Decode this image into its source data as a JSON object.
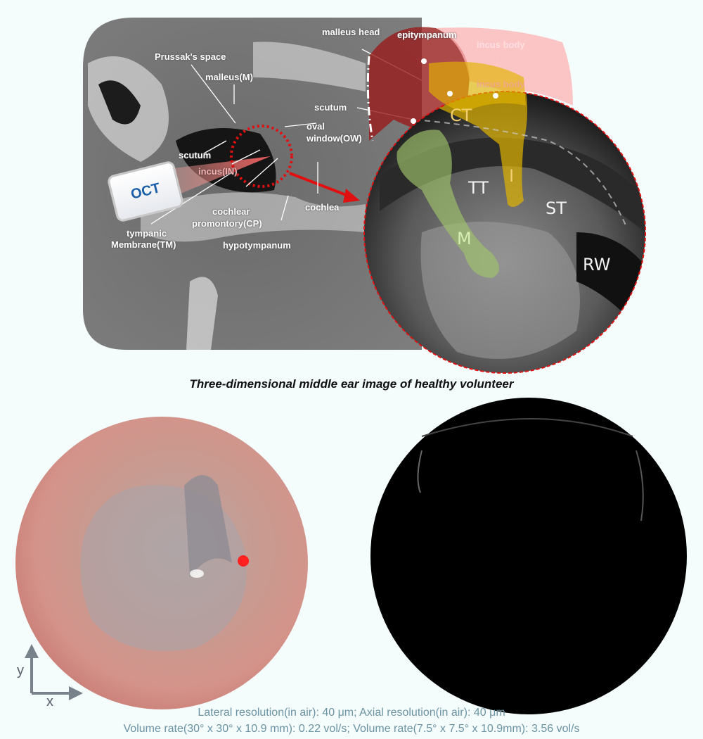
{
  "ct_panel": {
    "labels": {
      "prussaks_space": "Prussak's space",
      "malleus": "malleus(M)",
      "scutum_left": "scutum",
      "incus": "incus(IN)",
      "oct": "OCT",
      "tympanic": "tympanic",
      "membrane": "Membrane(TM)",
      "cochlear": "cochlear",
      "promontory": "promontory(CP)",
      "hypotympanum": "hypotympanum",
      "cochlea": "cochlea",
      "oval": "oval",
      "window": "window(OW)",
      "scutum_right": "scutum",
      "malleus_head": "malleus head",
      "epitympanum": "epitympanum",
      "incus_body": "incus body",
      "incus_body_ghost": "incus body"
    }
  },
  "oct_zoom": {
    "labels": {
      "ct": "CT",
      "tt": "TT",
      "i": "I",
      "st": "ST",
      "m": "M",
      "rw": "RW"
    },
    "colors": {
      "malleus": "#9fc46a",
      "incus": "#e0b400",
      "epitympanum": "#9a1c1c",
      "highlight": "#ffb3b3",
      "outline": "#e01010"
    }
  },
  "caption": "Three-dimensional middle ear image of healthy volunteer",
  "endoscope": {
    "axis_x": "x",
    "axis_y": "y"
  },
  "info": {
    "line1": "Lateral resolution(in air): 40 μm; Axial resolution(in air): 40 μm",
    "line2": "Volume rate(30° x 30° x 10.9 mm): 0.22 vol/s; Volume rate(7.5° x 7.5° x 10.9mm): 3.56 vol/s"
  }
}
